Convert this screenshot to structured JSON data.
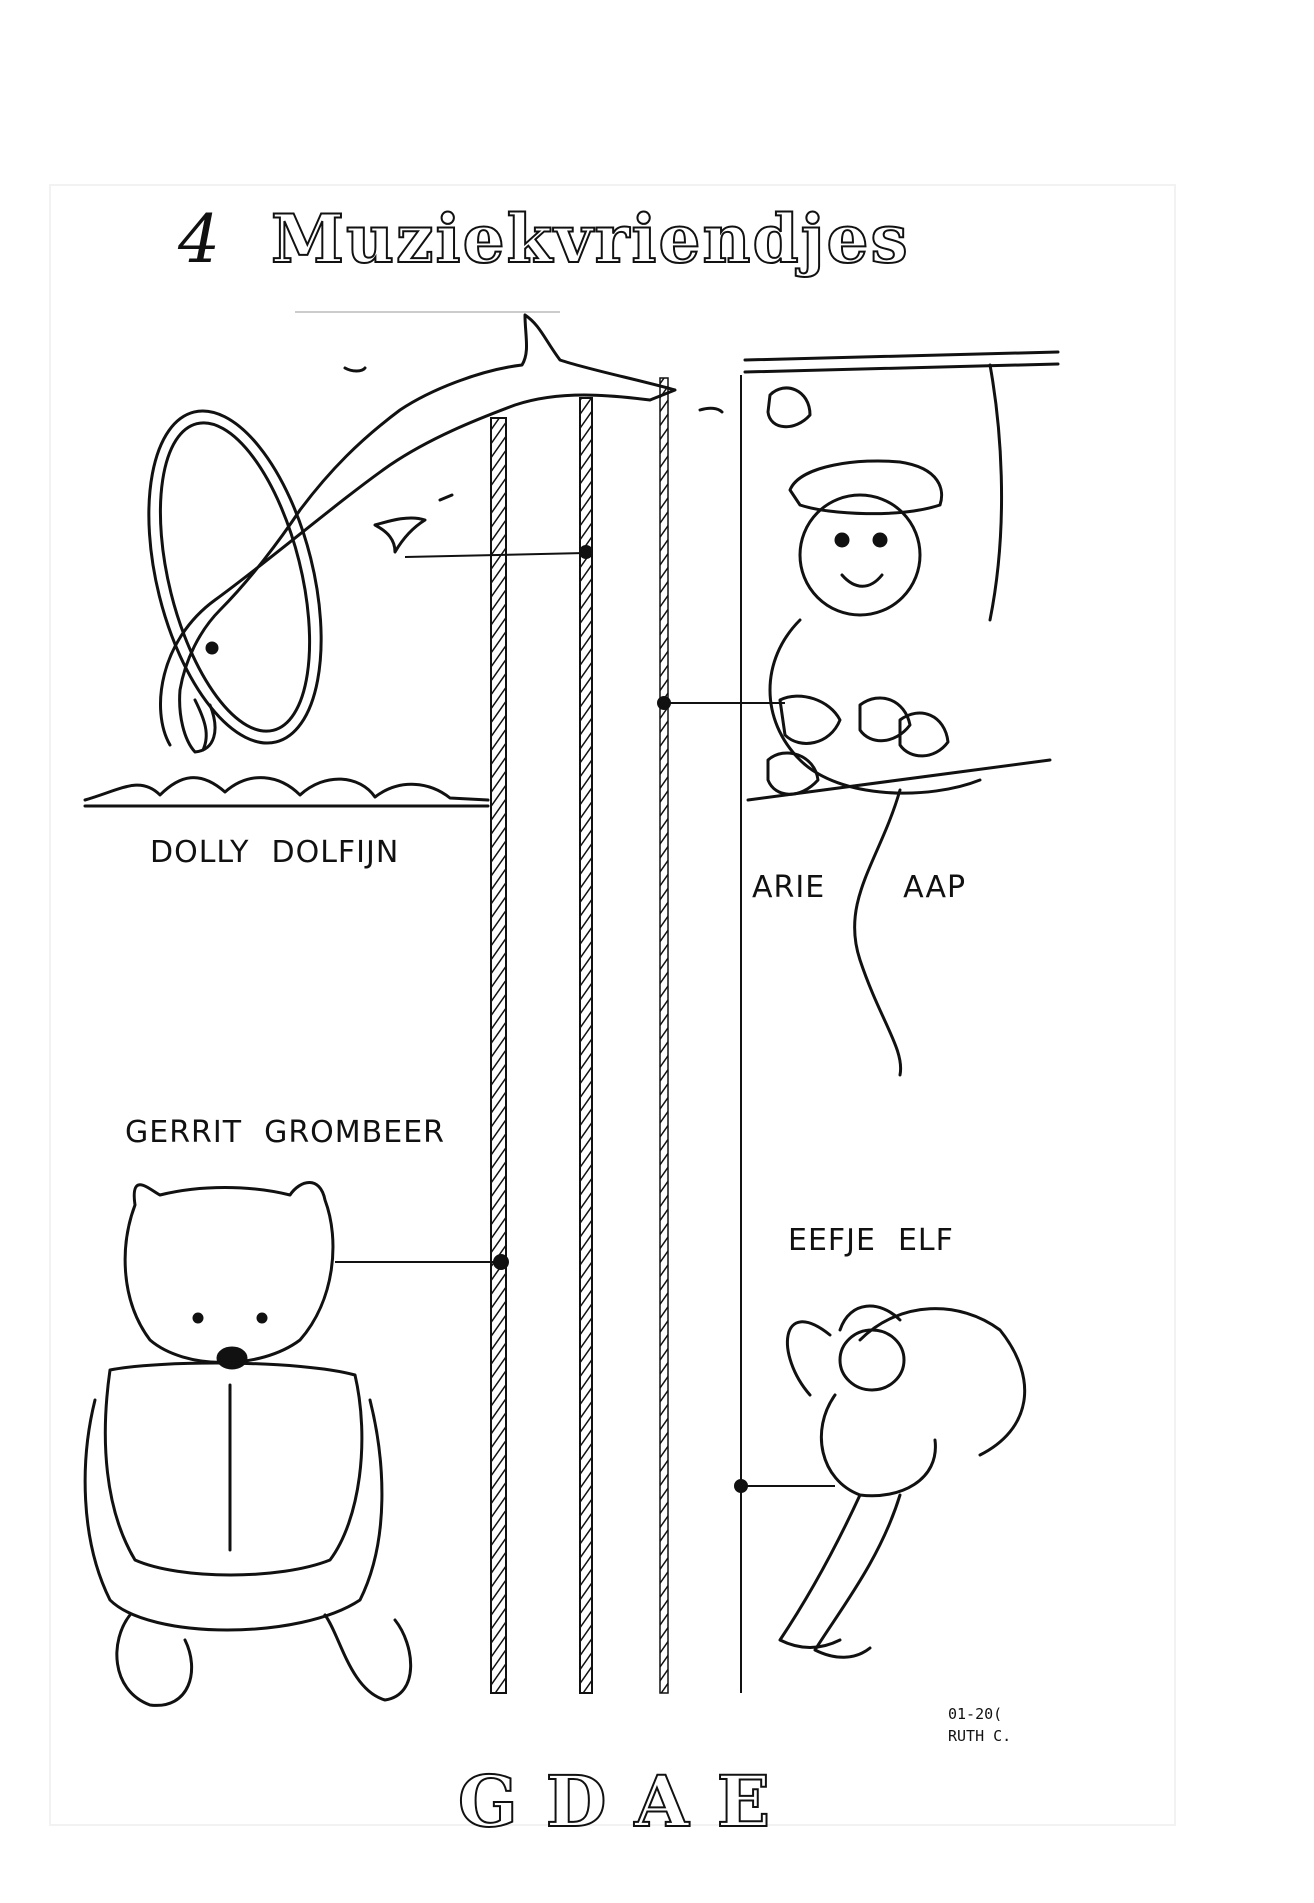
{
  "worksheet": {
    "number": "4",
    "title": "Muziekvriendjes"
  },
  "characters": [
    {
      "first": "DOLLY",
      "last": "DOLFIJN",
      "animal": "dolphin"
    },
    {
      "first": "ARIE",
      "last": "AAP",
      "animal": "monkey"
    },
    {
      "first": "GERRIT",
      "last": "GROMBEER",
      "animal": "bear"
    },
    {
      "first": "EEFJE",
      "last": "ELF",
      "animal": "elf"
    }
  ],
  "strings": [
    "G",
    "D",
    "A",
    "E"
  ],
  "signature": {
    "date": "01-20(",
    "name": "RUTH C."
  }
}
